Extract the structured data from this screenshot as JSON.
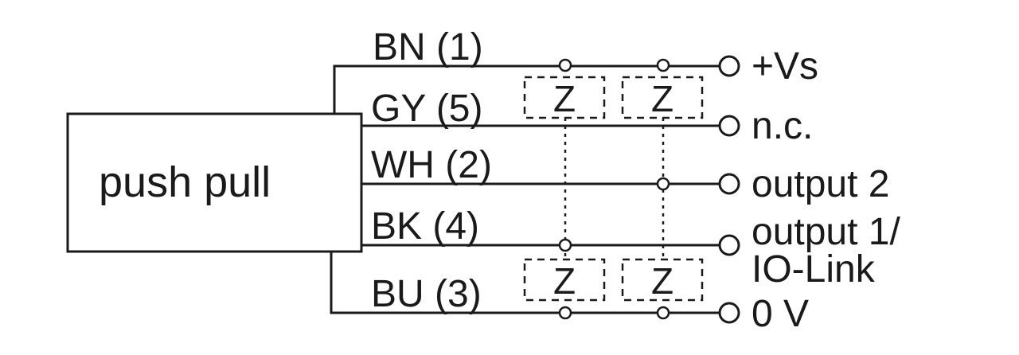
{
  "device": {
    "label": "push pull"
  },
  "wires": [
    {
      "label": "BN (1)",
      "terminal": "+Vs"
    },
    {
      "label": "GY (5)",
      "terminal": "n.c."
    },
    {
      "label": "WH (2)",
      "terminal": "output 2"
    },
    {
      "label": "BK (4)",
      "terminal_line1": "output 1/",
      "terminal_line2": "IO-Link"
    },
    {
      "label": "BU (3)",
      "terminal": "0 V"
    }
  ],
  "load_symbol": "Z",
  "colors": {
    "ink": "#1a1a1a",
    "background": "#ffffff"
  }
}
